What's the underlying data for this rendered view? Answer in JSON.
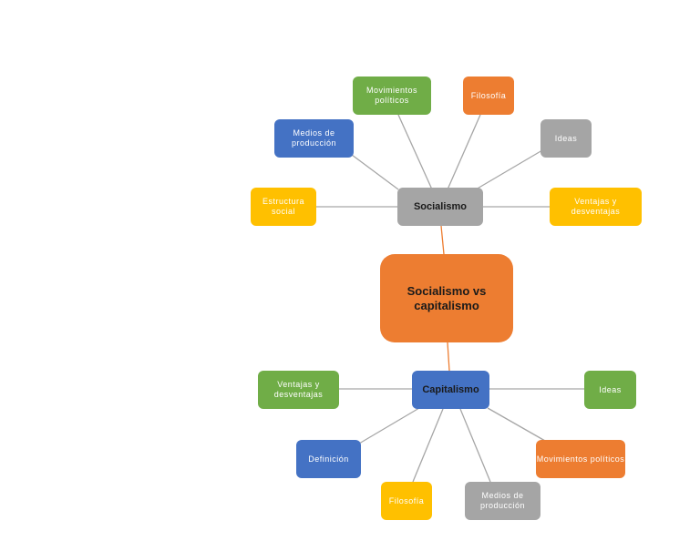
{
  "diagram": {
    "center": {
      "label": "Socialismo vs capitalismo",
      "color": "#ed7d31"
    },
    "socialismo": {
      "label": "Socialismo",
      "color": "#a5a5a5",
      "branches": [
        {
          "label": "Movimientos políticos",
          "color": "#70ad47"
        },
        {
          "label": "Filosofía",
          "color": "#ed7d31"
        },
        {
          "label": "Medios de producción",
          "color": "#4472c4"
        },
        {
          "label": "Ideas",
          "color": "#a5a5a5"
        },
        {
          "label": "Estructura social",
          "color": "#ffc000"
        },
        {
          "label": "Ventajas y desventajas",
          "color": "#ffc000"
        }
      ]
    },
    "capitalismo": {
      "label": "Capitalismo",
      "color": "#4472c4",
      "branches": [
        {
          "label": "Ventajas y desventajas",
          "color": "#70ad47"
        },
        {
          "label": "Ideas",
          "color": "#70ad47"
        },
        {
          "label": "Definición",
          "color": "#4472c4"
        },
        {
          "label": "Movimientos políticos",
          "color": "#ed7d31"
        },
        {
          "label": "Filosofía",
          "color": "#ffc000"
        },
        {
          "label": "Medios de producción",
          "color": "#a5a5a5"
        }
      ]
    }
  }
}
